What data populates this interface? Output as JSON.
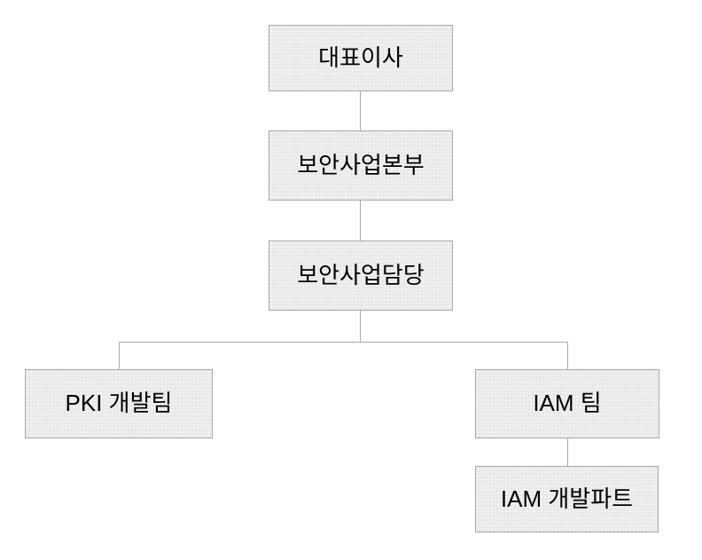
{
  "org_chart": {
    "type": "org-chart",
    "nodes": {
      "ceo": {
        "label": "대표이사"
      },
      "security_division": {
        "label": "보안사업본부"
      },
      "security_lead": {
        "label": "보안사업담당"
      },
      "pki_team": {
        "label": "PKI 개발팀"
      },
      "iam_team": {
        "label": "IAM 팀"
      },
      "iam_part": {
        "label": "IAM 개발파트"
      }
    },
    "edges": [
      {
        "from": "대표이사",
        "to": "보안사업본부"
      },
      {
        "from": "보안사업본부",
        "to": "보안사업담당"
      },
      {
        "from": "보안사업담당",
        "to": "PKI 개발팀"
      },
      {
        "from": "보안사업담당",
        "to": "IAM 팀"
      },
      {
        "from": "IAM 팀",
        "to": "IAM 개발파트"
      }
    ],
    "colors": {
      "node_fill": "#e9e9e9",
      "node_border": "#a9a9a9",
      "connector": "#a9a9a9",
      "text": "#000000",
      "background": "#ffffff"
    }
  }
}
